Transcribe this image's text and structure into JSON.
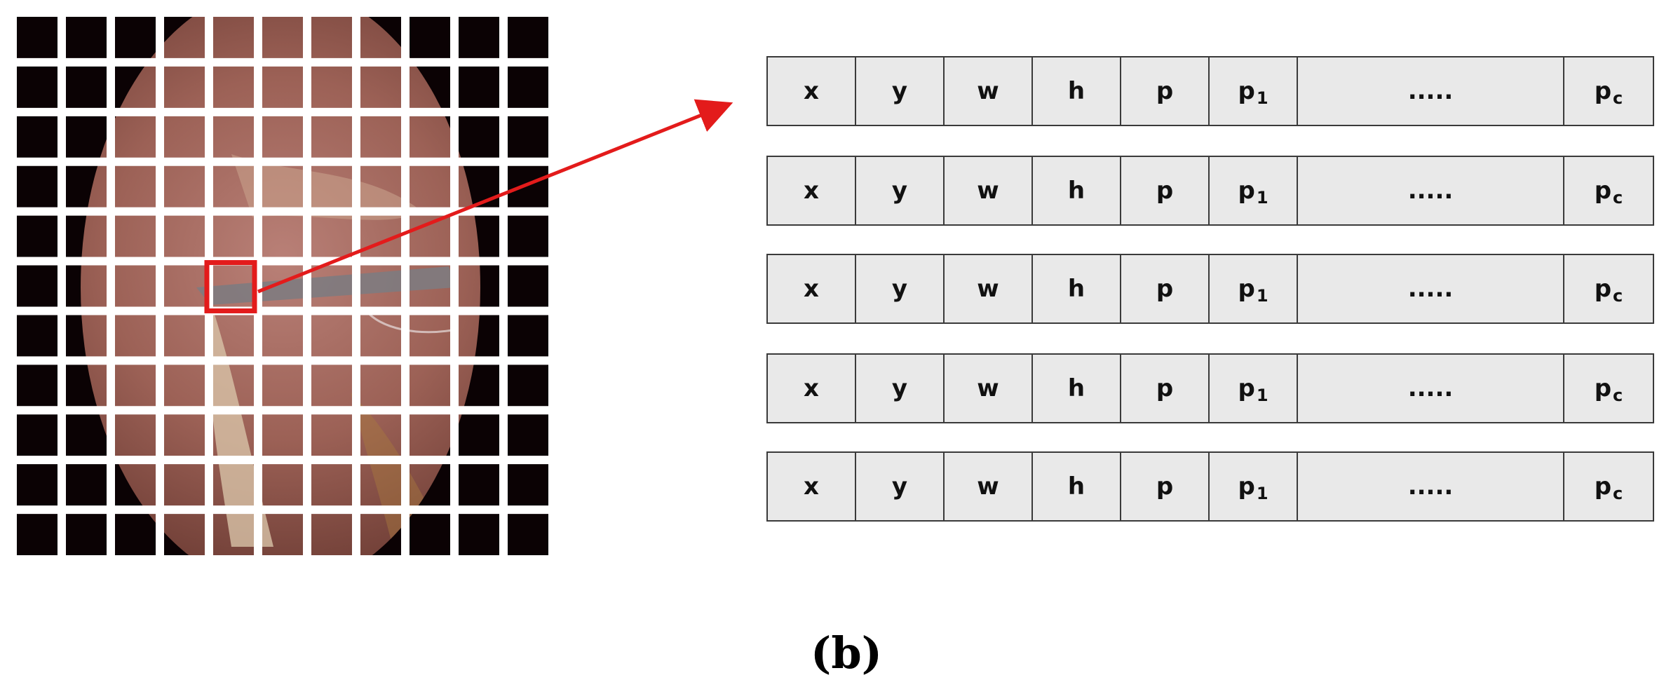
{
  "grid": {
    "rows": 11,
    "cols": 11,
    "highlight_row": 5,
    "highlight_col": 4
  },
  "colors": {
    "highlight": "#e31b1b",
    "cell_fill": "#e9e9e9",
    "cell_border": "#3a3a3a",
    "grid_line": "#ffffff"
  },
  "vector_cells": [
    {
      "text": "x",
      "sub": ""
    },
    {
      "text": "y",
      "sub": ""
    },
    {
      "text": "w",
      "sub": ""
    },
    {
      "text": "h",
      "sub": ""
    },
    {
      "text": "p",
      "sub": ""
    },
    {
      "text": "p",
      "sub": "1"
    },
    {
      "text": ".....",
      "sub": ""
    },
    {
      "text": "p",
      "sub": "c"
    }
  ],
  "vector_rows": 5,
  "caption": "(b)"
}
